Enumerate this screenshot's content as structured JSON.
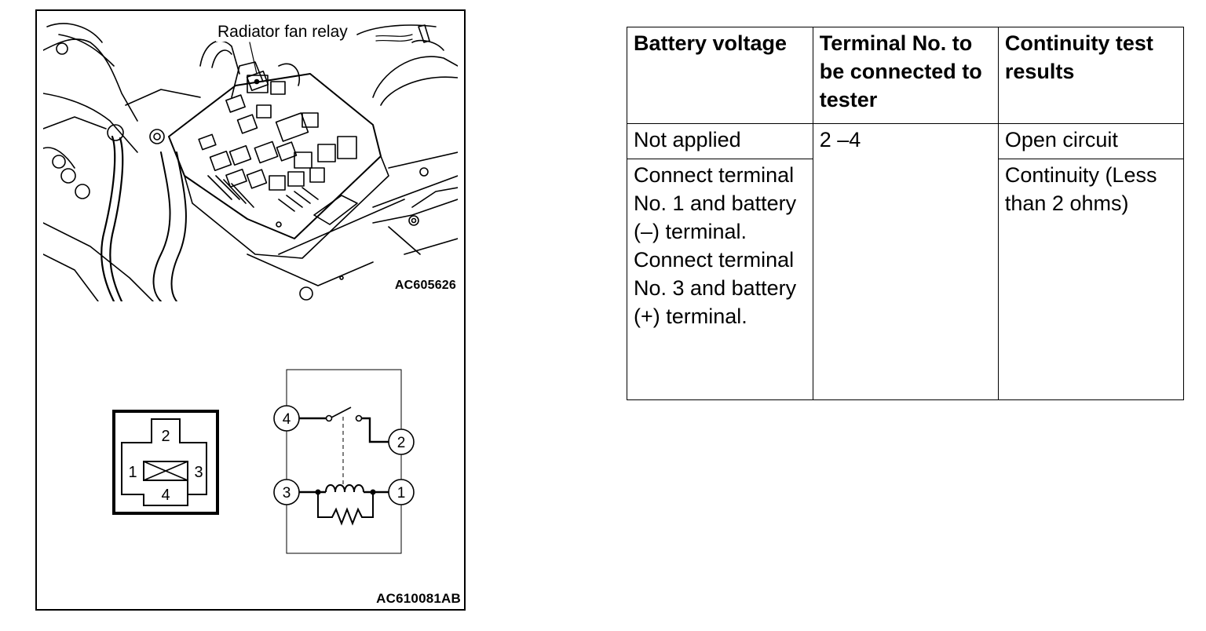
{
  "figure": {
    "callout_label": "Radiator fan relay",
    "code_top": "AC605626",
    "code_bottom": "AC610081AB",
    "connector_terminals": [
      "2",
      "1",
      "3",
      "4"
    ],
    "schematic_terminals": [
      "4",
      "2",
      "3",
      "1"
    ]
  },
  "table": {
    "headers": [
      "Battery voltage",
      "Terminal No. to be connected to tester",
      "Continuity test results"
    ],
    "rows": [
      {
        "battery_voltage": "Not applied",
        "terminal": "2 –4",
        "result": "Open circuit"
      },
      {
        "battery_voltage": "Connect terminal No. 1 and battery (–) terminal. Connect terminal No. 3 and battery (+) terminal.",
        "result": "Continuity (Less than 2 ohms)"
      }
    ]
  }
}
